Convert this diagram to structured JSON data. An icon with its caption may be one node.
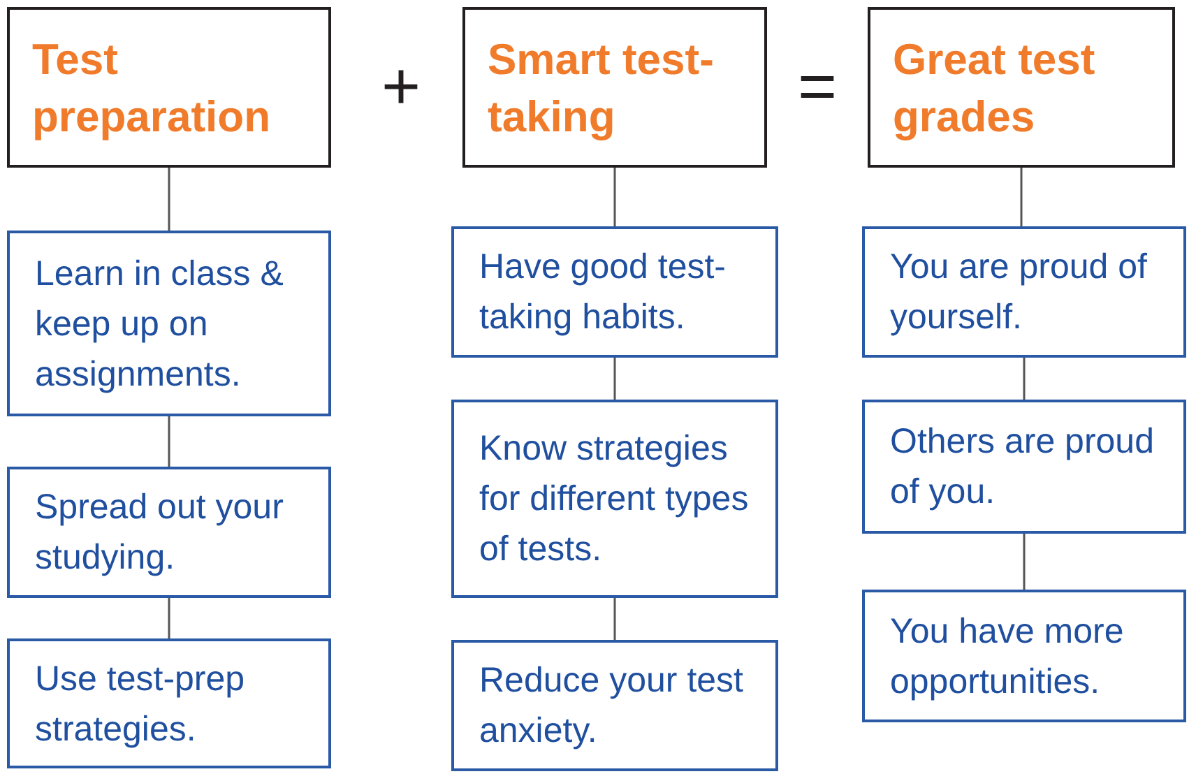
{
  "diagram": {
    "nodes": [
      {
        "text": [
          "Test preparation"
        ]
      },
      {
        "text": [
          "Learn in class & keep up on assignments."
        ]
      },
      {
        "text": [
          "Spread out your studying."
        ]
      },
      {
        "text": [
          "Use test-prep strategies."
        ]
      },
      {
        "text": [
          "Smart test-taking"
        ]
      },
      {
        "text": [
          "Have good test-taking habits."
        ]
      },
      {
        "text": [
          "Know strategies for different types of tests."
        ]
      },
      {
        "text": [
          "Reduce your test anxiety."
        ]
      },
      {
        "text": [
          "Great test grades"
        ]
      },
      {
        "text": [
          "You are proud of yourself."
        ]
      },
      {
        "text": [
          "Others are proud of you."
        ]
      },
      {
        "text": [
          "You have more opportunities."
        ]
      }
    ],
    "edges": [
      {
        "from": 0,
        "to": 1,
        "arrow": "none"
      },
      {
        "from": 1,
        "to": 2,
        "arrow": "none"
      },
      {
        "from": 2,
        "to": 3,
        "arrow": "none"
      },
      {
        "from": 4,
        "to": 5,
        "arrow": "none"
      },
      {
        "from": 5,
        "to": 6,
        "arrow": "none"
      },
      {
        "from": 6,
        "to": 7,
        "arrow": "none"
      },
      {
        "from": 8,
        "to": 9,
        "arrow": "none"
      },
      {
        "from": 9,
        "to": 10,
        "arrow": "none"
      },
      {
        "from": 10,
        "to": 11,
        "arrow": "none"
      }
    ],
    "labels": [
      "+",
      "="
    ]
  }
}
